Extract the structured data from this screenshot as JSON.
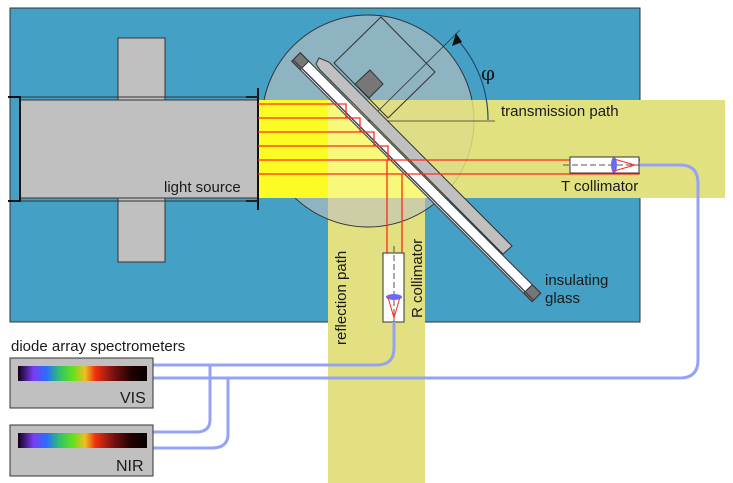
{
  "labels": {
    "light_source": "light source",
    "transmission_path": "transmission path",
    "reflection_path": "reflection path",
    "t_collimator": "T collimator",
    "r_collimator": "R collimator",
    "insulating": "insulating",
    "glass": "glass",
    "phi": "φ",
    "spectrometers": "diode array spectrometers",
    "vis": "VIS",
    "nir": "NIR"
  },
  "colors": {
    "table": "#44a0c4",
    "beam": "#ffff1a",
    "path": "#e2e080",
    "ray": "#ff2a1a",
    "fiber": "#95a3f5",
    "housing": "#c0c0c0"
  }
}
